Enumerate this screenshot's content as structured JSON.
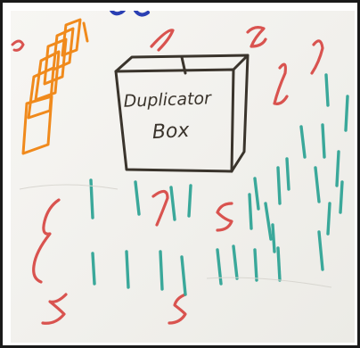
{
  "photo": {
    "subject": "whiteboard-drawing",
    "box_label_line1": "Duplicator",
    "box_label_line2": "Box",
    "colors": {
      "red_marker": "#d9534f",
      "teal_marker": "#3aa89a",
      "orange_marker": "#f08a1c",
      "black_marker": "#3a342c",
      "blue_marker": "#2a3fb3",
      "frame": "#1a1a1a",
      "board": "#f3f2ee"
    }
  }
}
